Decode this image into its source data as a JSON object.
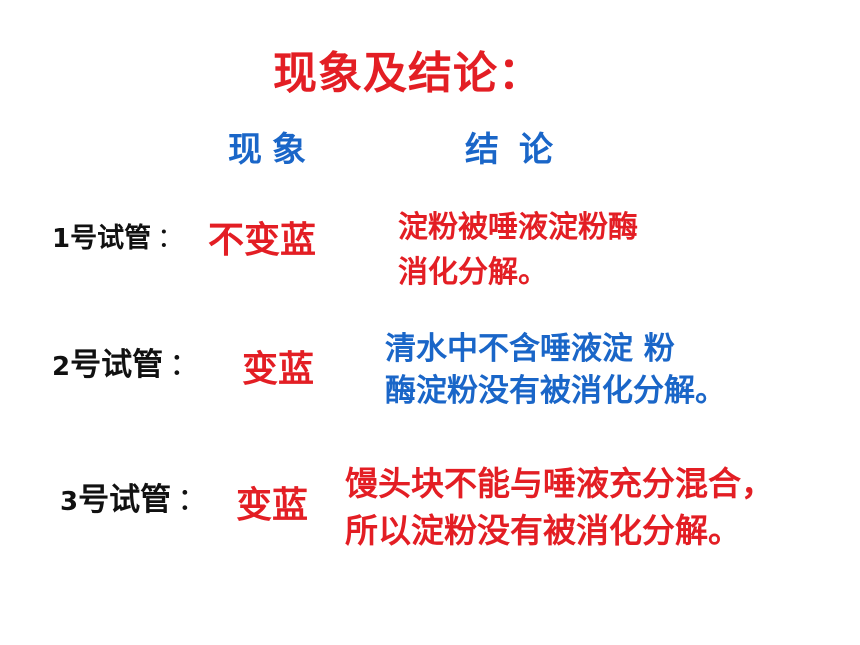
{
  "title": "现象及结论：",
  "headers": {
    "phenomenon": "现象",
    "conclusion": "结论"
  },
  "rows": [
    {
      "label_num": "1",
      "label_text": "号试管",
      "colon": "：",
      "phenomenon": "不变蓝",
      "conclusion_lines": [
        "淀粉被唾液淀粉酶",
        "消化分解。"
      ]
    },
    {
      "label_num": "2",
      "label_text": "号试管",
      "colon": "：",
      "phenomenon": "变蓝",
      "conclusion_lines": [
        "清水中不含唾液淀 粉",
        "酶淀粉没有被消化分解。"
      ]
    },
    {
      "label_num": "3",
      "label_text": "号试管",
      "colon": "：",
      "phenomenon": "变蓝",
      "conclusion_lines": [
        "馒头块不能与唾液充分混合，",
        "所以淀粉没有被消化分解。"
      ]
    }
  ],
  "colors": {
    "red": "#e31e24",
    "blue": "#1a66c8",
    "black": "#111111"
  }
}
